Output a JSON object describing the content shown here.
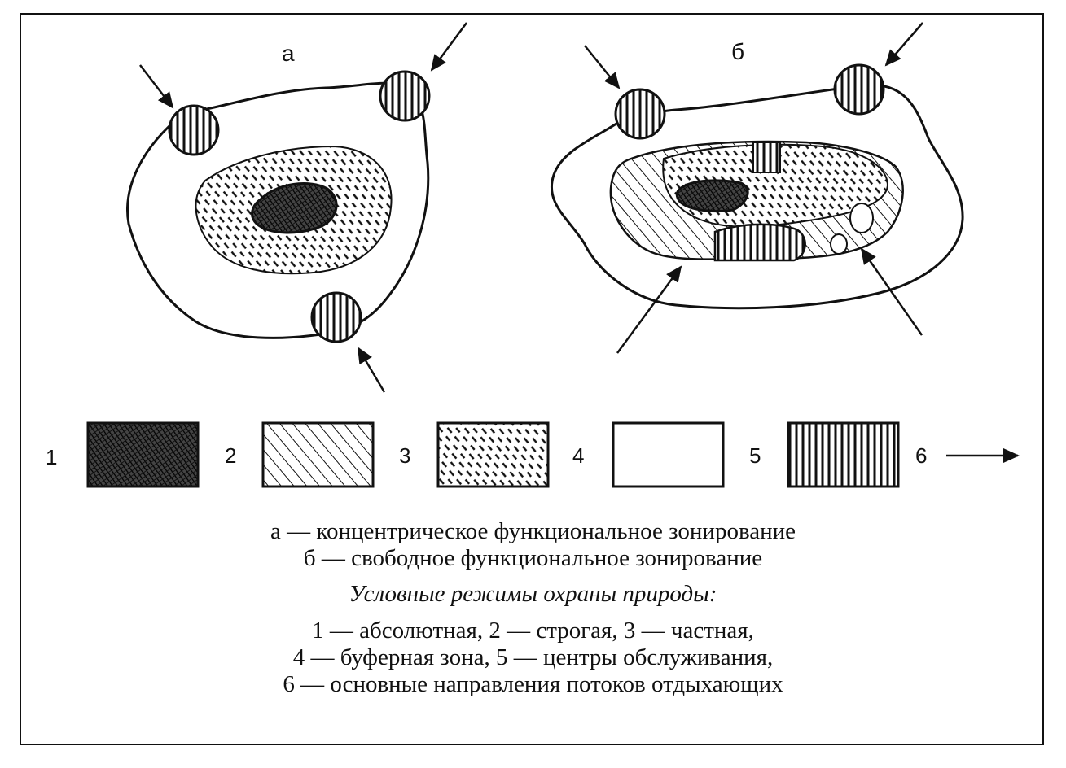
{
  "panels": {
    "a": {
      "label": "а"
    },
    "b": {
      "label": "б"
    }
  },
  "legend": [
    {
      "num": "1",
      "pattern": "dense-crosshatch"
    },
    {
      "num": "2",
      "pattern": "diagonal-lines"
    },
    {
      "num": "3",
      "pattern": "diagonal-dashes"
    },
    {
      "num": "4",
      "pattern": "blank"
    },
    {
      "num": "5",
      "pattern": "vertical-lines"
    },
    {
      "num": "6",
      "pattern": "arrow"
    }
  ],
  "caption": {
    "line1": "а — концентрическое функциональное зонирование",
    "line2": "б — свободное функциональное зонирование",
    "subtitle": "Условные режимы охраны природы:",
    "line3": "1 — абсолютная, 2 — строгая, 3 — частная,",
    "line4": "4 — буферная зона, 5 — центры обслуживания,",
    "line5": "6 — основные направления потоков отдыхающих"
  },
  "colors": {
    "ink": "#111111",
    "paper": "#ffffff"
  }
}
